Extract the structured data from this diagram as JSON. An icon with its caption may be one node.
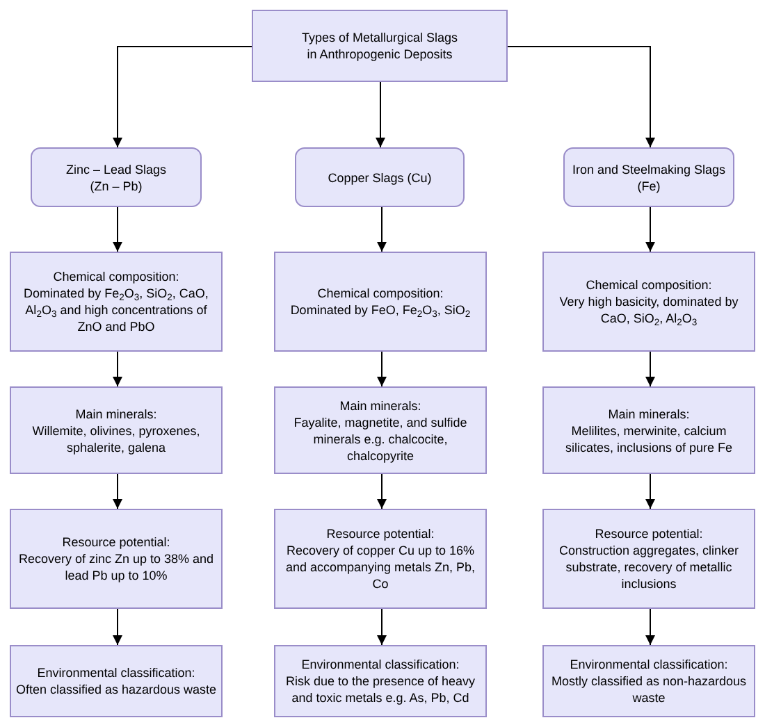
{
  "diagram": {
    "nodes": [
      {
        "text": [
          "Types of Metallurgical Slags in Anthropogenic Deposits"
        ]
      },
      {
        "text": [
          "Zinc – Lead Slags (Zn – Pb)"
        ]
      },
      {
        "text": [
          "Copper Slags (Cu)"
        ]
      },
      {
        "text": [
          "Iron and Steelmaking Slags (Fe)"
        ]
      },
      {
        "text": [
          "Chemical composition:",
          "Dominated by Fe$_{2}$O$_{3}$, SiO$_{2}$, CaO, Al$_{2}$O$_{3}$ and high concentrations of ZnO and PbO"
        ]
      },
      {
        "text": [
          "Chemical composition:",
          "Dominated by FeO, Fe$_{2}$O$_{3}$, SiO$_{2}$"
        ]
      },
      {
        "text": [
          "Chemical composition:",
          "Very high basicity, dominated by CaO, SiO$_{2}$, Al$_{2}$O$_{3}$"
        ]
      },
      {
        "text": [
          "Main minerals:",
          "Willemite, olivines, pyroxenes, sphalerite, galena"
        ]
      },
      {
        "text": [
          "Main minerals:",
          "Fayalite, magnetite, and sulfide minerals e.g. chalcocite, chalcopyrite"
        ]
      },
      {
        "text": [
          "Main minerals:",
          "Melilites, merwinite, calcium silicates, inclusions of pure Fe"
        ]
      },
      {
        "text": [
          "Resource potential:",
          "Recovery of zinc Zn up to 38% and lead Pb up to 10%"
        ]
      },
      {
        "text": [
          "Resource potential:",
          "Recovery of copper Cu up to 16% and accompanying metals Zn, Pb, Co"
        ]
      },
      {
        "text": [
          "Resource potential:",
          "Construction aggregates, clinker substrate, recovery of metallic inclusions"
        ]
      },
      {
        "text": [
          "Environmental classification:",
          "Often classified as hazardous waste"
        ]
      },
      {
        "text": [
          "Environmental classification:",
          "Risk due to the presence of heavy and toxic metals e.g. As, Pb, Cd"
        ]
      },
      {
        "text": [
          "Environmental classification:",
          "Mostly classified as non-hazardous waste"
        ]
      }
    ],
    "edges": [
      {
        "from": 0,
        "to": 1,
        "arrow": "to"
      },
      {
        "from": 0,
        "to": 2,
        "arrow": "to"
      },
      {
        "from": 0,
        "to": 3,
        "arrow": "to"
      },
      {
        "from": 1,
        "to": 4,
        "arrow": "to"
      },
      {
        "from": 2,
        "to": 5,
        "arrow": "to"
      },
      {
        "from": 3,
        "to": 6,
        "arrow": "to"
      },
      {
        "from": 4,
        "to": 7,
        "arrow": "to"
      },
      {
        "from": 5,
        "to": 8,
        "arrow": "to"
      },
      {
        "from": 6,
        "to": 9,
        "arrow": "to"
      },
      {
        "from": 7,
        "to": 10,
        "arrow": "to"
      },
      {
        "from": 8,
        "to": 11,
        "arrow": "to"
      },
      {
        "from": 9,
        "to": 12,
        "arrow": "to"
      },
      {
        "from": 10,
        "to": 13,
        "arrow": "to"
      },
      {
        "from": 11,
        "to": 14,
        "arrow": "to"
      },
      {
        "from": 12,
        "to": 15,
        "arrow": "to"
      }
    ]
  }
}
